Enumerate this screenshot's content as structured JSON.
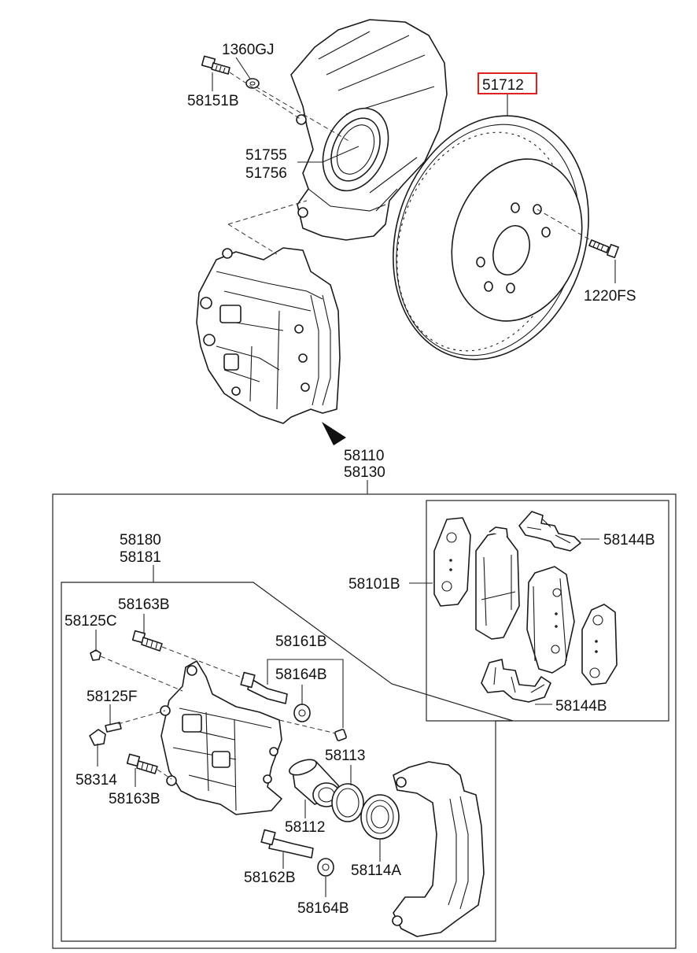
{
  "labels": {
    "p1360GJ": "1360GJ",
    "p58151B": "58151B",
    "p51755": "51755",
    "p51756": "51756",
    "p51712": "51712",
    "p1220FS": "1220FS",
    "p58110": "58110",
    "p58130": "58130",
    "p58180": "58180",
    "p58181": "58181",
    "p58144B_top": "58144B",
    "p58101B": "58101B",
    "p58144B_bottom": "58144B",
    "p58163B_top": "58163B",
    "p58125C": "58125C",
    "p58161B": "58161B",
    "p58164B_top": "58164B",
    "p58125F": "58125F",
    "p58113": "58113",
    "p58314": "58314",
    "p58163B_bottom": "58163B",
    "p58112": "58112",
    "p58162B": "58162B",
    "p58114A": "58114A",
    "p58164B_bottom": "58164B"
  },
  "colors": {
    "highlight": "#e02020",
    "ink": "#1a1a1a",
    "background": "#ffffff"
  }
}
